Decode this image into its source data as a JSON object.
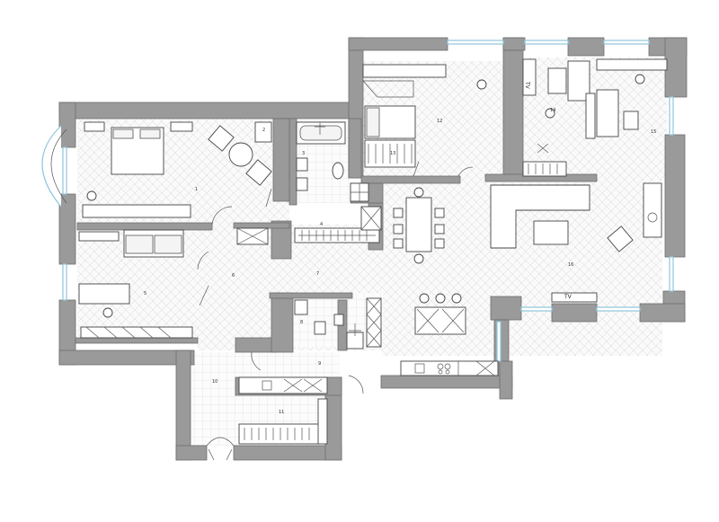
{
  "room_labels": [
    "1",
    "2",
    "3",
    "4",
    "5",
    "6",
    "7",
    "8",
    "9",
    "10",
    "11",
    "12",
    "13",
    "14",
    "15",
    "16"
  ],
  "tv_labels": [
    "TV",
    "TV"
  ],
  "colors": {
    "wall": "#9a9a9a",
    "window": "#8fc6dc",
    "floor_line": "#d2d2d2",
    "furniture_stroke": "#444444"
  }
}
